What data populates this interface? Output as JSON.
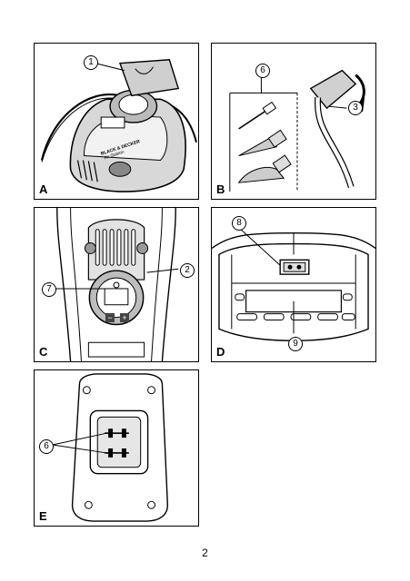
{
  "panels": {
    "A": {
      "label": "A",
      "callouts": [
        "1"
      ],
      "device_text": [
        "BLACK & DECKER",
        "Air Station"
      ]
    },
    "B": {
      "label": "B",
      "callouts": [
        "6",
        "3"
      ]
    },
    "C": {
      "label": "C",
      "callouts": [
        "2",
        "7"
      ],
      "buttons": [
        "−",
        "+"
      ]
    },
    "D": {
      "label": "D",
      "callouts": [
        "8",
        "9"
      ]
    },
    "E": {
      "label": "E",
      "callouts": [
        "6"
      ]
    }
  },
  "page_number": "2"
}
